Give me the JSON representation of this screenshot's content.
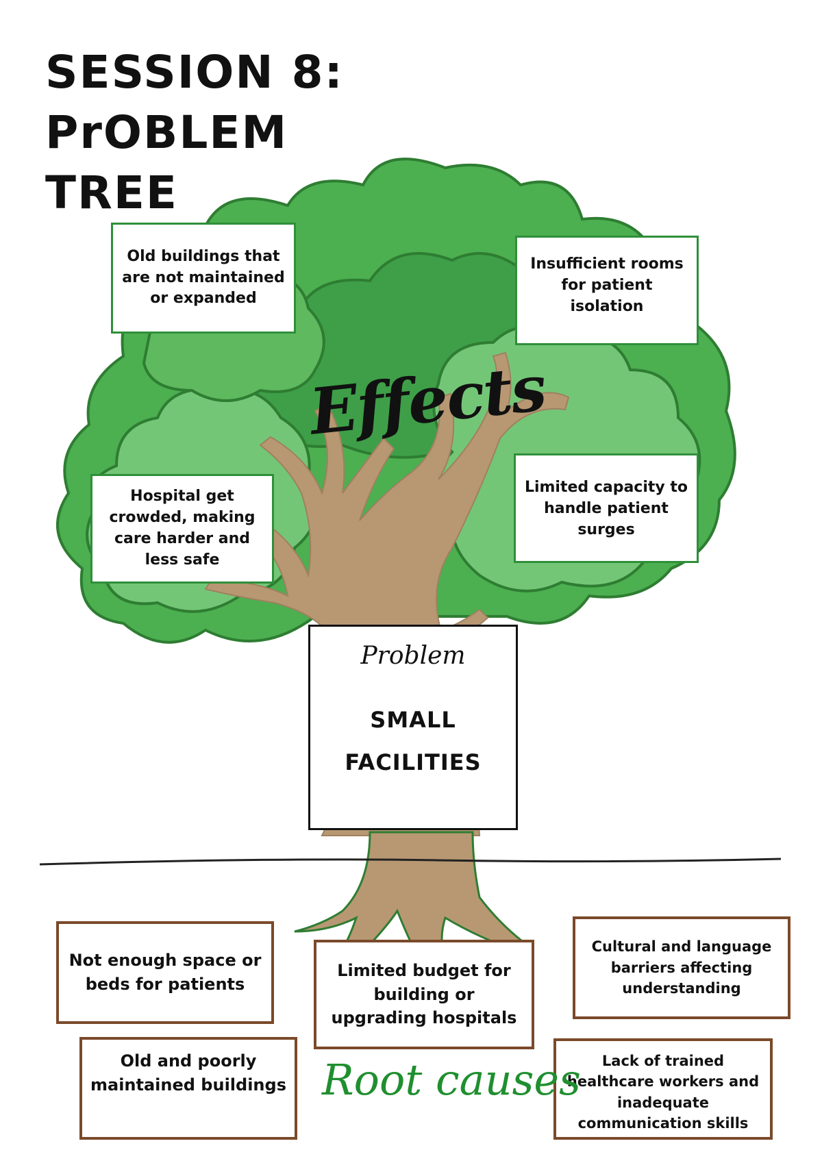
{
  "title": {
    "line1": "SESSION 8: PrOBLEM",
    "line2": "TREE"
  },
  "effects_label": "Effects",
  "effects": [
    "Old buildings that are not maintained or expanded",
    "Insufficient rooms for patient isolation",
    "Hospital get crowded, making care harder and less safe",
    "Limited capacity to handle patient surges"
  ],
  "problem": {
    "label": "Problem",
    "text_line1": "SMALL",
    "text_line2": "FACILITIES"
  },
  "roots_label": "Root causes",
  "root_causes": [
    "Not enough space or beds for patients",
    "Limited  budget for building or upgrading hospitals",
    "Cultural and language barriers affecting understanding",
    "Old and poorly maintained buildings",
    "Lack of trained healthcare workers and inadequate communication skills"
  ],
  "colors": {
    "foliage_dark": "#4caf50",
    "foliage_mid": "#5fb95f",
    "foliage_light": "#74c677",
    "outline": "#2e7d32",
    "trunk": "#b79873",
    "effect_border": "#2f8f3a",
    "root_border": "#7a4a2a",
    "roots_label": "#1f8f2f"
  }
}
